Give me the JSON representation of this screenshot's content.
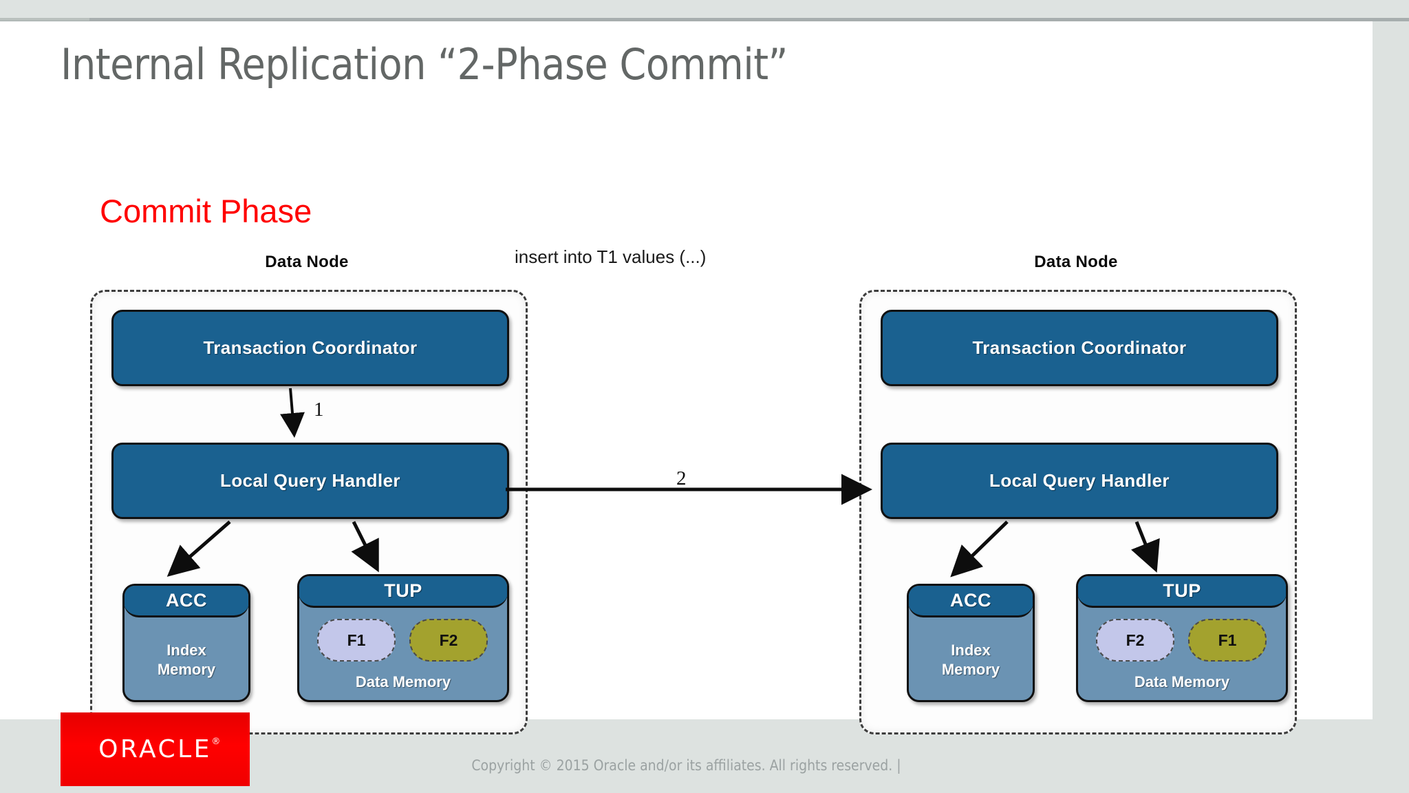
{
  "slide": {
    "title": "Internal Replication “2-Phase Commit”",
    "phase_label": "Commit Phase",
    "sql_statement": "insert into T1 values (...)"
  },
  "accent_colors": {
    "title_gray": "#636766",
    "phase_red": "#ff0000",
    "box_blue": "#1a6190",
    "store_body_blue": "#6b93b3",
    "fragment_lavender": "#c3c7ea",
    "fragment_olive": "#a3a22e",
    "oracle_red": "#ff0000",
    "slide_background": "#ffffff",
    "chrome_gray": "#dde2e0"
  },
  "nodes": [
    {
      "id": "primary",
      "caption": "Data Node",
      "transaction_coordinator": "Transaction Coordinator",
      "local_query_handler": "Local Query Handler",
      "acc": {
        "title": "ACC",
        "body": "Index\nMemory"
      },
      "tup": {
        "title": "TUP",
        "body": "Data Memory",
        "fragments": [
          {
            "label": "F1",
            "color": "lavender"
          },
          {
            "label": "F2",
            "color": "olive"
          }
        ]
      }
    },
    {
      "id": "replica",
      "caption": "Data Node",
      "transaction_coordinator": "Transaction Coordinator",
      "local_query_handler": "Local Query Handler",
      "acc": {
        "title": "ACC",
        "body": "Index\nMemory"
      },
      "tup": {
        "title": "TUP",
        "body": "Data Memory",
        "fragments": [
          {
            "label": "F2",
            "color": "lavender"
          },
          {
            "label": "F1",
            "color": "olive"
          }
        ]
      }
    }
  ],
  "flow_labels": {
    "step_one": "1",
    "step_two": "2"
  },
  "footer": {
    "logo_text": "ORACLE",
    "logo_registered_mark": "®",
    "copyright": "Copyright © 2015 Oracle and/or its affiliates. All rights reserved.  |"
  }
}
